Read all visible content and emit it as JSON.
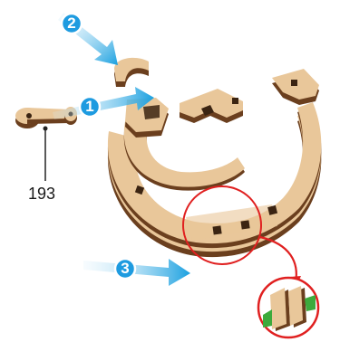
{
  "part_label": "193",
  "steps": [
    {
      "number": "1"
    },
    {
      "number": "2"
    },
    {
      "number": "3"
    }
  ],
  "colors": {
    "wood_face": "#e9c79a",
    "wood_edge": "#6b3f1e",
    "arrow_blue": "#1aa0e0",
    "badge_blue": "#1e9be0",
    "callout_red": "#e02020",
    "glue_green": "#3caa3c"
  },
  "icons": [
    "arrow-step-1-icon",
    "arrow-step-2-icon",
    "arrow-step-3-icon",
    "glue-detail-icon"
  ]
}
